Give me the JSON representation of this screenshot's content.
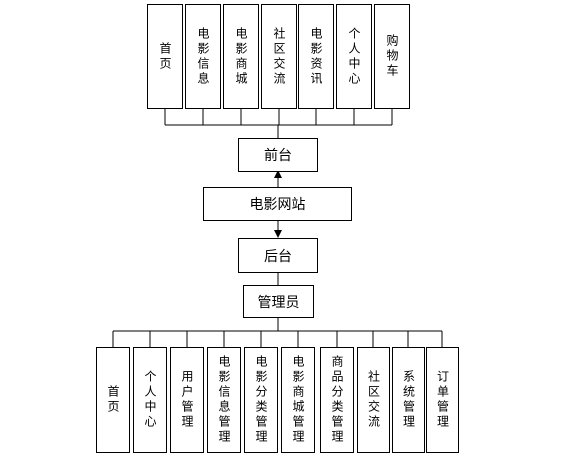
{
  "top_modules": [
    "首页",
    "电影信息",
    "电影商城",
    "社区交流",
    "电影资讯",
    "个人中心",
    "购物车"
  ],
  "frontend": "前台",
  "site": "电影网站",
  "backend": "后台",
  "admin": "管理员",
  "bottom_modules": [
    "首页",
    "个人中心",
    "用户管理",
    "电影信息管理",
    "电影分类管理",
    "电影商城管理",
    "商品分类管理",
    "社区交流",
    "系统管理",
    "订单管理"
  ]
}
